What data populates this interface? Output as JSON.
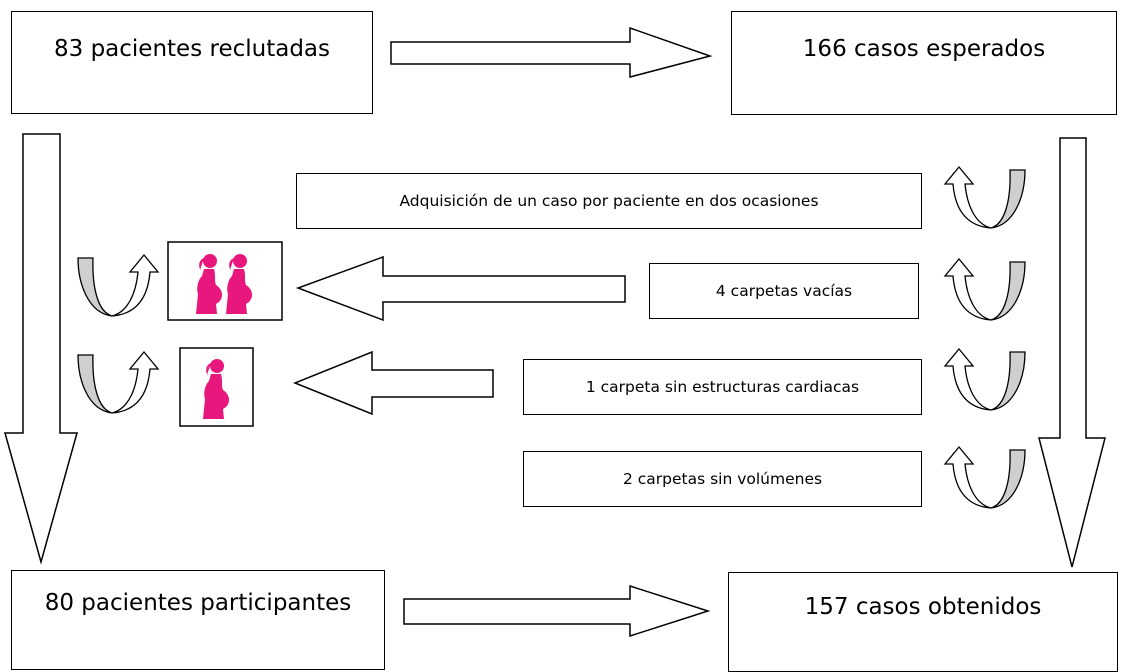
{
  "boxes": {
    "recruited": "83 pacientes reclutadas",
    "expected": "166 casos esperados",
    "participants": "80 pacientes participantes",
    "obtained": "157 casos obtenidos"
  },
  "notes": {
    "acquisition": "Adquisición de un caso por paciente en dos ocasiones",
    "empty_folders": "4 carpetas vacías",
    "no_cardiac": "1 carpeta sin estructuras cardiacas",
    "no_volumes": "2 carpetas sin volúmenes"
  },
  "icons": {
    "two_pregnant": "pregnant-women-icon",
    "one_pregnant": "pregnant-woman-icon",
    "accent": "#E8177E"
  }
}
